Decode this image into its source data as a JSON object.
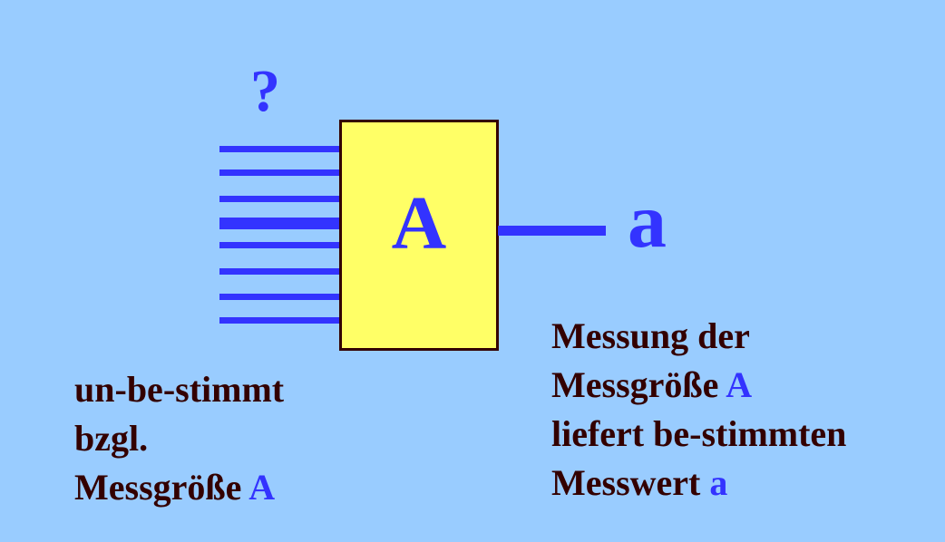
{
  "question_mark": "?",
  "box_label": "A",
  "output_label": "a",
  "left_text": {
    "line1": "un-be-stimmt",
    "line2": "bzgl.",
    "line3": "Messgröße",
    "line3_symbol": "A"
  },
  "right_text": {
    "line1": "Messung der",
    "line2": "Messgröße",
    "line2_symbol": "A",
    "line3": "liefert be-stimmten",
    "line4": "Messwert",
    "line4_symbol": "a"
  },
  "colors": {
    "background": "#99ccff",
    "accent": "#3333ff",
    "box": "#ffff66",
    "text": "#330000"
  }
}
